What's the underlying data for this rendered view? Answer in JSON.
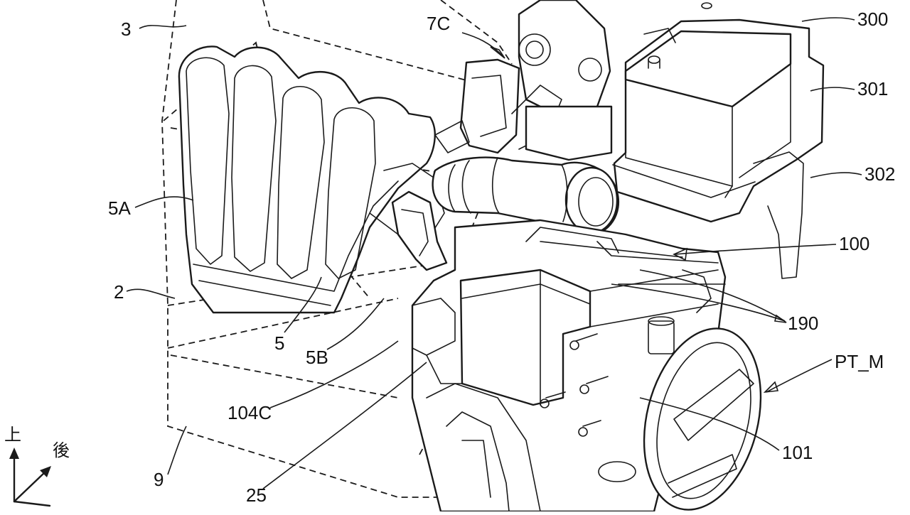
{
  "figure": {
    "labels": {
      "l3": "3",
      "l7c": "7C",
      "l300": "300",
      "l301": "301",
      "l302": "302",
      "l5a": "5A",
      "l100": "100",
      "l2": "2",
      "l190": "190",
      "l5": "5",
      "l5b": "5B",
      "lptm": "PT_M",
      "l104c": "104C",
      "l9": "9",
      "l101": "101",
      "l25": "25"
    },
    "axes": {
      "up": "上",
      "rear": "後"
    }
  }
}
